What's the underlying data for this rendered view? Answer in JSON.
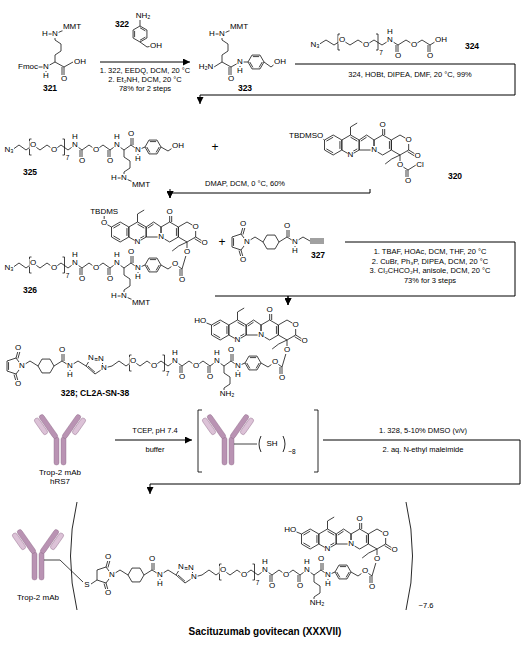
{
  "diagram": {
    "nodes": [
      {
        "text": [
          "321"
        ]
      },
      {
        "text": [
          "323"
        ]
      },
      {
        "text": [
          "325"
        ]
      },
      {
        "text": [
          "320"
        ]
      },
      {
        "text": [
          "326"
        ]
      },
      {
        "text": [
          "327"
        ]
      },
      {
        "text": [
          "328; CL2A-SN-38"
        ]
      },
      {
        "text": [
          "Trop-2 mAb",
          "hRS7"
        ]
      },
      {
        "text": [
          "SH",
          "~8"
        ]
      },
      {
        "text": [
          "Trop-2 mAb",
          "Sacituzumab govitecan (XXXVII)"
        ]
      }
    ],
    "edges": [
      {
        "from": 0,
        "to": 1,
        "arrow": "to"
      },
      {
        "from": 1,
        "to": 2,
        "arrow": "to"
      },
      {
        "from": 2,
        "to": 4,
        "arrow": "to"
      },
      {
        "from": 3,
        "to": 4,
        "arrow": "to"
      },
      {
        "from": 4,
        "to": 6,
        "arrow": "to"
      },
      {
        "from": 5,
        "to": 6,
        "arrow": "to"
      },
      {
        "from": 7,
        "to": 8,
        "arrow": "to"
      },
      {
        "from": 8,
        "to": 9,
        "arrow": "to"
      }
    ],
    "labels": [
      "H",
      "N",
      "MMT",
      "Fmoc",
      "N",
      "H",
      "O",
      "OH",
      "322",
      "NH₂",
      "OH",
      "1. 322, EEDQ, DCM, 20 °C",
      "2. Et₂NH, DCM, 20 °C",
      "78% for 2 steps",
      "H",
      "N",
      "MMT",
      "H₂N",
      "O",
      "N",
      "H",
      "OH",
      "N₃",
      "O",
      "O",
      "7",
      "N",
      "H",
      "O",
      "O",
      "O",
      "OH",
      "324",
      "324, HOBt, DIPEA, DMF, 20 °C, 99%",
      "N₃",
      "O",
      "O",
      "7",
      "N",
      "H",
      "O",
      "O",
      "O",
      "N",
      "H",
      "H",
      "N",
      "MMT",
      "O",
      "N",
      "H",
      "OH",
      "+",
      "N",
      "N",
      "O",
      "O",
      "O",
      "TBDMSO",
      "O",
      "O",
      "Cl",
      "DMAP, DCM, 0 °C, 60%",
      "N₃",
      "O",
      "O",
      "7",
      "N",
      "H",
      "O",
      "O",
      "O",
      "N",
      "H",
      "H",
      "N",
      "MMT",
      "O",
      "N",
      "H",
      "O",
      "O",
      "N",
      "N",
      "O",
      "O",
      "O",
      "O",
      "TBDMS",
      "O",
      "+",
      "O",
      "N",
      "O",
      "O",
      "N",
      "H",
      "1. TBAF, HOAc, DCM, THF, 20 °C",
      "2. CuBr, Ph₃P, DIPEA, DCM, 20 °C",
      "3. Cl₂CHCO₂H, anisole, DCM, 20 °C",
      "73% for 3 steps",
      "O",
      "N",
      "O",
      "O",
      "N",
      "H",
      "N",
      "N",
      "N",
      "O",
      "O",
      "7",
      "N",
      "H",
      "O",
      "O",
      "O",
      "N",
      "H",
      "NH₂",
      "O",
      "N",
      "H",
      "O",
      "O",
      "N",
      "N",
      "O",
      "O",
      "O",
      "HO",
      "O",
      "TCEP, pH 7.4",
      "buffer",
      "1. 328, 5-10% DMSO (v/v)",
      "2. aq. N-ethyl maleimide",
      "S",
      "O",
      "N",
      "O",
      "O",
      "N",
      "H",
      "N",
      "N",
      "N",
      "O",
      "O",
      "7",
      "N",
      "H",
      "O",
      "O",
      "O",
      "N",
      "H",
      "NH₂",
      "O",
      "N",
      "H",
      "O",
      "O",
      "N",
      "N",
      "O",
      "O",
      "O",
      "HO",
      "O",
      "~7.6"
    ]
  }
}
